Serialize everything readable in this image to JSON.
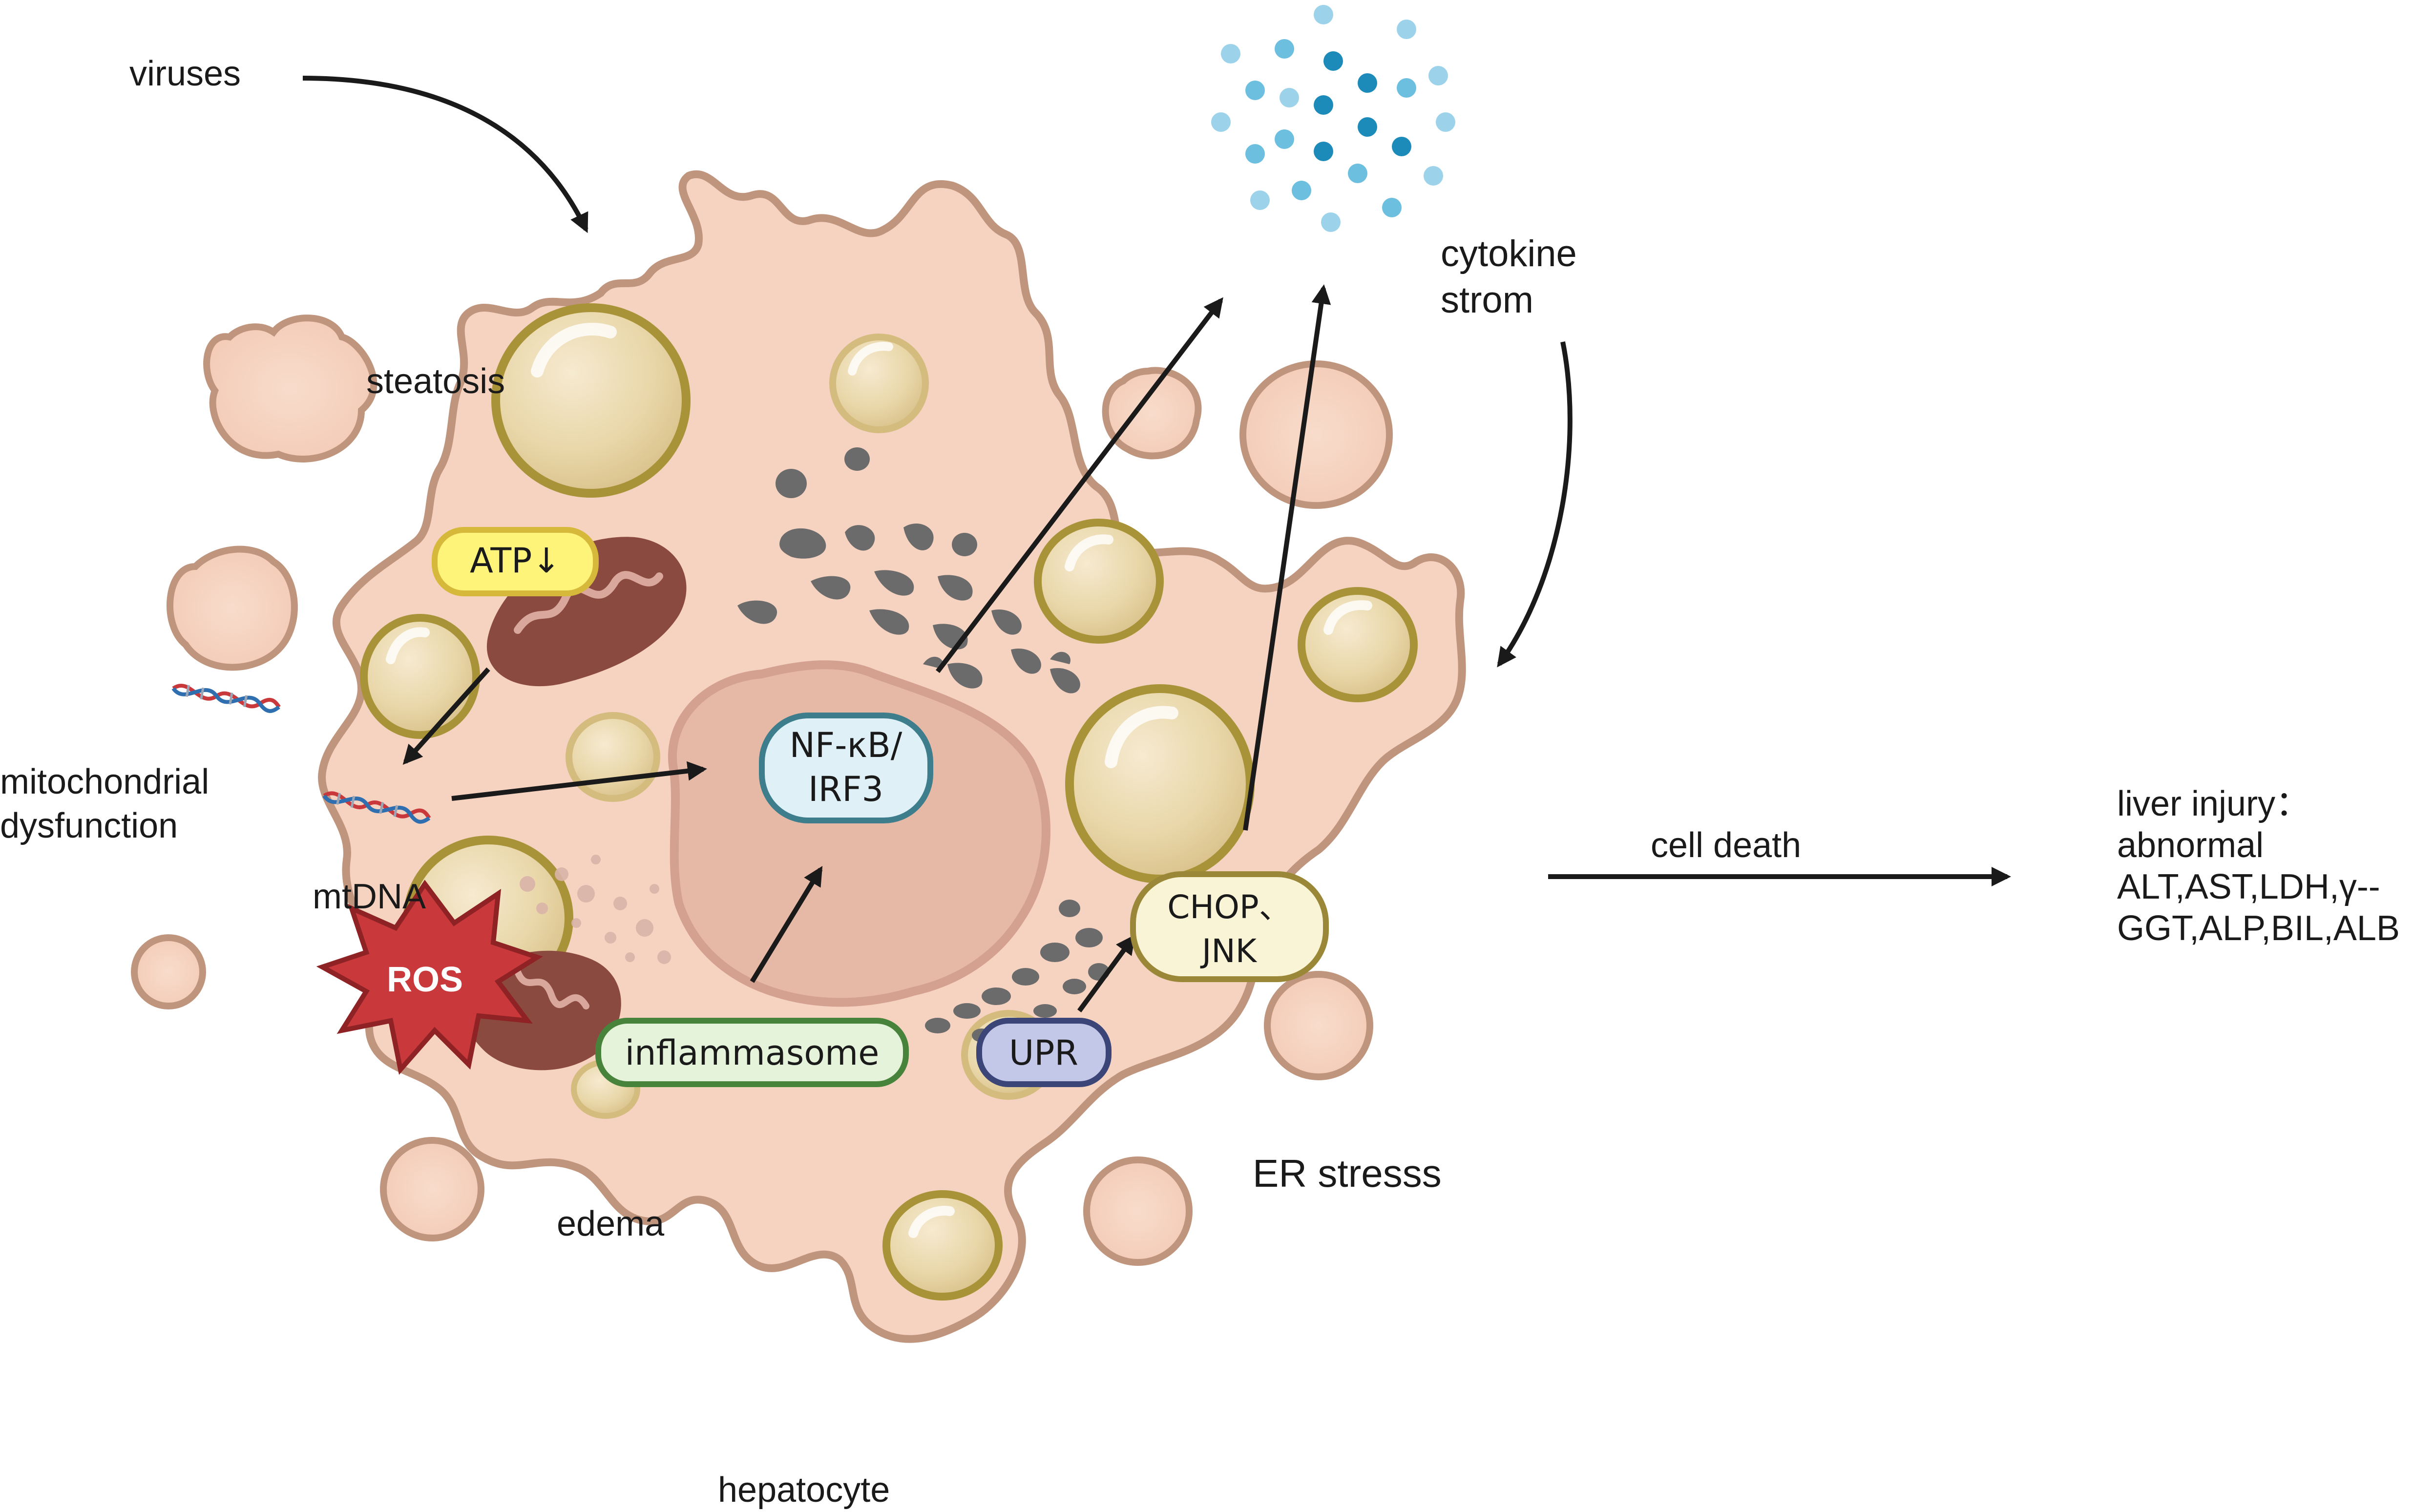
{
  "labels": {
    "viruses": "viruses",
    "cytokine_line1": "cytokine",
    "cytokine_line2": "strom",
    "steatosis": "steatosis",
    "mito_line1": "mitochondrial",
    "mito_line2": "dysfunction",
    "mtdna": "mtDNA",
    "edema": "edema",
    "er_stress": "ER stresss",
    "cell_death": "cell death",
    "hepatocyte": "hepatocyte",
    "liver_line1": "liver injury：",
    "liver_line2": "abnormal",
    "liver_line3": "ALT,AST,LDH,γ--",
    "liver_line4": "GGT,ALP,BIL,ALB"
  },
  "boxes": {
    "atp": "ATP↓",
    "nfkb_line1": "NF-κB/",
    "nfkb_line2": "IRF3",
    "chop_line1": "CHOP、",
    "chop_line2": "JNK",
    "ros": "ROS",
    "inflammasome": "inflammasome",
    "upr": "UPR"
  },
  "colors": {
    "cell_fill": "#f6d2c0",
    "cell_stroke": "#c0957e",
    "nucleus_fill": "#e6b8a6",
    "lipid_ring": "#a99338",
    "lipid_fill": "#e9d7a9",
    "mito_fill": "#8a4a40",
    "er_fill": "#6b6b6b",
    "cytokine_light": "#9dd3ea",
    "cytokine_dark": "#1d8bb9",
    "atp_fill": "#fff47a",
    "atp_stroke": "#d6b83a",
    "nfkb_fill": "#dff1f7",
    "nfkb_stroke": "#3d7d8c",
    "chop_fill": "#faf4d6",
    "chop_stroke": "#9a8838",
    "ros_fill": "#c9393c",
    "inflammasome_fill": "#e4f3da",
    "inflammasome_stroke": "#47833a",
    "upr_fill": "#c3c8e8",
    "upr_stroke": "#3b4577",
    "arrow": "#1a1a1a"
  },
  "icons": [
    "dna-icon",
    "mitochondrion-icon",
    "lipid-droplet-icon",
    "endoplasmic-reticulum-icon",
    "cytokine-dot-icon",
    "ros-burst-icon"
  ]
}
